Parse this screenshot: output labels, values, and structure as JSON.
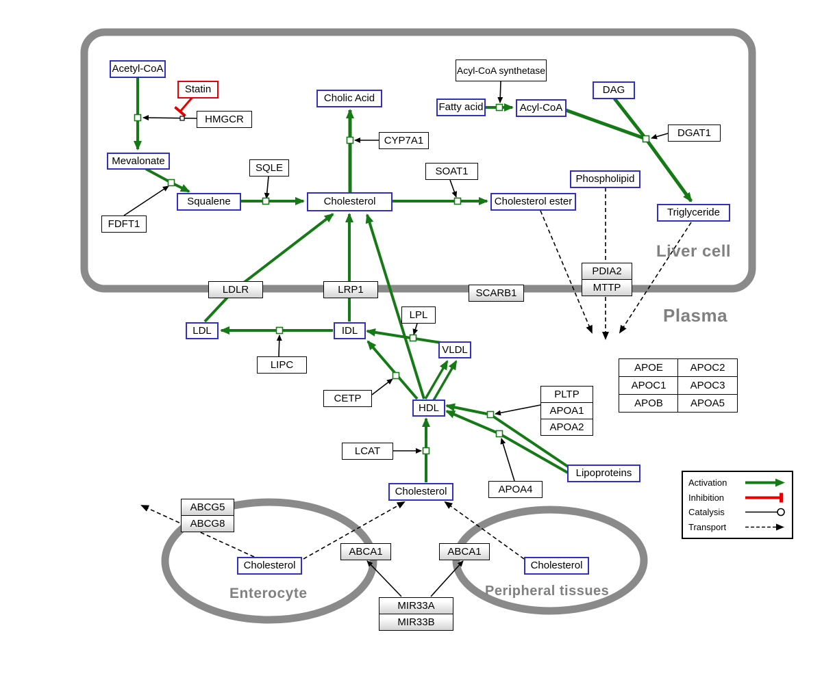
{
  "regions": {
    "liver": "Liver cell",
    "plasma": "Plasma",
    "enterocyte": "Enterocyte",
    "peripheral": "Peripheral tissues"
  },
  "nodes": {
    "acetyl_coa": "Acetyl-CoA",
    "statin": "Statin",
    "hmgcr": "HMGCR",
    "mevalonate": "Mevalonate",
    "fdft1": "FDFT1",
    "squalene": "Squalene",
    "sqle": "SQLE",
    "cholesterol_liver": "Cholesterol",
    "cholic_acid": "Cholic Acid",
    "cyp7a1": "CYP7A1",
    "soat1": "SOAT1",
    "cholesterol_ester": "Cholesterol ester",
    "acyl_coa_synthetase": "Acyl-CoA synthetase",
    "fatty_acid": "Fatty acid",
    "acyl_coa": "Acyl-CoA",
    "dag": "DAG",
    "dgat1": "DGAT1",
    "phospholipid": "Phospholipid",
    "triglyceride": "Triglyceride",
    "ldlr": "LDLR",
    "lrp1": "LRP1",
    "scarb1": "SCARB1",
    "pdia2": "PDIA2",
    "mttp": "MTTP",
    "ldl": "LDL",
    "idl": "IDL",
    "lipc": "LIPC",
    "lpl": "LPL",
    "vldl": "VLDL",
    "cetp": "CETP",
    "hdl": "HDL",
    "lcat": "LCAT",
    "pltp": "PLTP",
    "apoa1": "APOA1",
    "apoa2": "APOA2",
    "apoa4": "APOA4",
    "lipoproteins": "Lipoproteins",
    "cholesterol_plasma": "Cholesterol",
    "abcg5": "ABCG5",
    "abcg8": "ABCG8",
    "cholesterol_enterocyte": "Cholesterol",
    "abca1_left": "ABCA1",
    "abca1_right": "ABCA1",
    "cholesterol_peripheral": "Cholesterol",
    "mir33a": "MIR33A",
    "mir33b": "MIR33B"
  },
  "apo_table": [
    [
      "APOE",
      "APOC2"
    ],
    [
      "APOC1",
      "APOC3"
    ],
    [
      "APOB",
      "APOA5"
    ]
  ],
  "legend": {
    "items": [
      {
        "label": "Activation"
      },
      {
        "label": "Inhibition"
      },
      {
        "label": "Catalysis"
      },
      {
        "label": "Transport"
      }
    ]
  },
  "colors": {
    "activation": "#157a15",
    "inhibition": "#e60000",
    "metabolite_border": "#2f2fc1",
    "membrane": "#8a8a8a",
    "catalysis": "#000000"
  }
}
